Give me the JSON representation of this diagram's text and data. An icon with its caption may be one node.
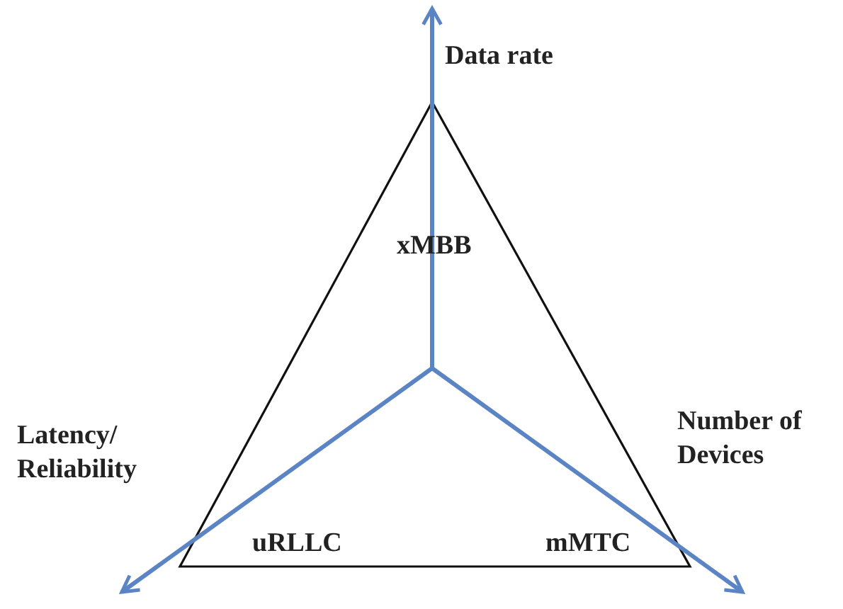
{
  "diagram": {
    "labels": [
      "Data rate",
      "xMBB",
      "Latency/ Reliability",
      "Number of Devices",
      "uRLLC",
      "mMTC"
    ]
  }
}
